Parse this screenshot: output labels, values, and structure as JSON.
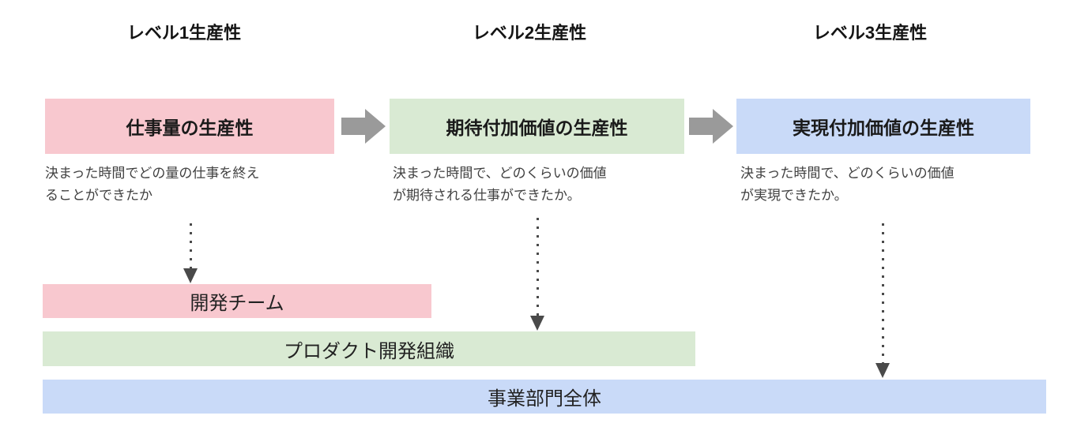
{
  "columns": [
    {
      "level_label": "レベル1生産性",
      "box_label": "仕事量の生産性",
      "description_line1": "決まった時間でどの量の仕事を終え",
      "description_line2": "ることができたか",
      "box_color": "#f8c8cf"
    },
    {
      "level_label": "レベル2生産性",
      "box_label": "期待付加価値の生産性",
      "description_line1": "決まった時間で、どのくらいの価値",
      "description_line2": "が期待される仕事ができたか。",
      "box_color": "#d9ead3"
    },
    {
      "level_label": "レベル3生産性",
      "box_label": "実現付加価値の生産性",
      "description_line1": "決まった時間で、どのくらいの価値",
      "description_line2": "が実現できたか。",
      "box_color": "#c9daf8"
    }
  ],
  "scope_bars": [
    {
      "label": "開発チーム",
      "color": "#f8c8cf"
    },
    {
      "label": "プロダクト開発組織",
      "color": "#d9ead3"
    },
    {
      "label": "事業部門全体",
      "color": "#c9daf8"
    }
  ],
  "colors": {
    "flow_arrow": "#9a9a9a",
    "dotted_arrow": "#4a4a4a",
    "background": "#ffffff"
  }
}
